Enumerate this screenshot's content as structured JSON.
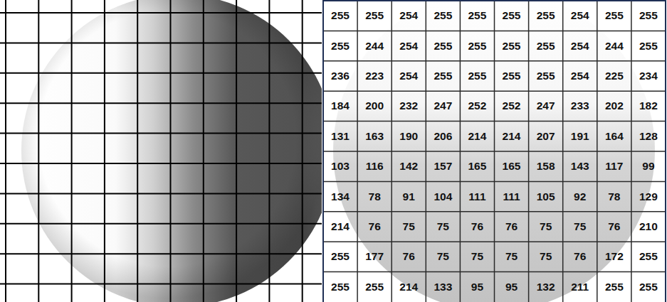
{
  "diagram": {
    "labels": [
      "255",
      "255",
      "254",
      "255",
      "255",
      "255",
      "255",
      "254",
      "255",
      "255",
      "255",
      "244",
      "254",
      "255",
      "255",
      "255",
      "255",
      "254",
      "244",
      "255",
      "236",
      "223",
      "254",
      "255",
      "255",
      "255",
      "255",
      "254",
      "225",
      "234",
      "184",
      "200",
      "232",
      "247",
      "252",
      "252",
      "247",
      "233",
      "202",
      "182",
      "131",
      "163",
      "190",
      "206",
      "214",
      "214",
      "207",
      "191",
      "164",
      "128",
      "103",
      "116",
      "142",
      "157",
      "165",
      "165",
      "158",
      "143",
      "117",
      "99",
      "134",
      "78",
      "91",
      "104",
      "111",
      "111",
      "105",
      "92",
      "78",
      "129",
      "214",
      "76",
      "75",
      "75",
      "76",
      "76",
      "75",
      "75",
      "76",
      "210",
      "255",
      "177",
      "76",
      "75",
      "75",
      "75",
      "75",
      "76",
      "172",
      "255",
      "255",
      "255",
      "214",
      "133",
      "95",
      "95",
      "132",
      "211",
      "255",
      "255"
    ]
  }
}
